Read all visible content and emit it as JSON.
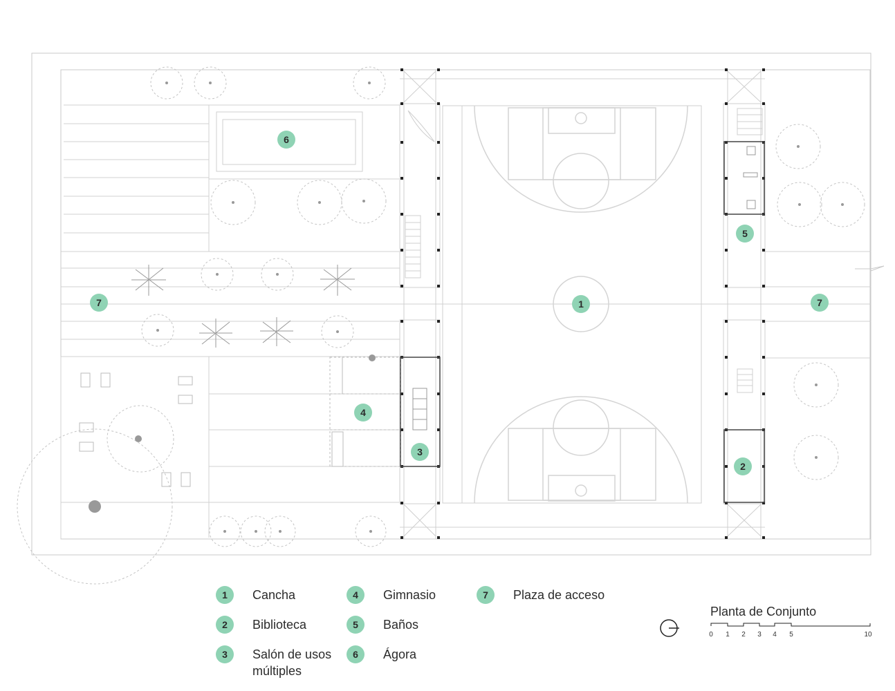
{
  "markers": [
    {
      "num": "1"
    },
    {
      "num": "2"
    },
    {
      "num": "3"
    },
    {
      "num": "4"
    },
    {
      "num": "5"
    },
    {
      "num": "6"
    },
    {
      "num": "7"
    },
    {
      "num": "7"
    }
  ],
  "legend": [
    {
      "num": "1",
      "label": "Cancha"
    },
    {
      "num": "2",
      "label": "Biblioteca"
    },
    {
      "num": "3",
      "label": "Salón de usos múltiples"
    },
    {
      "num": "4",
      "label": "Gimnasio"
    },
    {
      "num": "5",
      "label": "Baños"
    },
    {
      "num": "6",
      "label": "Ágora"
    },
    {
      "num": "7",
      "label": "Plaza de acceso"
    }
  ],
  "scale": {
    "title": "Planta de Conjunto",
    "ticks": [
      "0",
      "1",
      "2",
      "3",
      "4",
      "5",
      "10"
    ]
  },
  "colors": {
    "accent": "#8fd3b4",
    "line": "#c8c8c8",
    "dark": "#222222"
  }
}
